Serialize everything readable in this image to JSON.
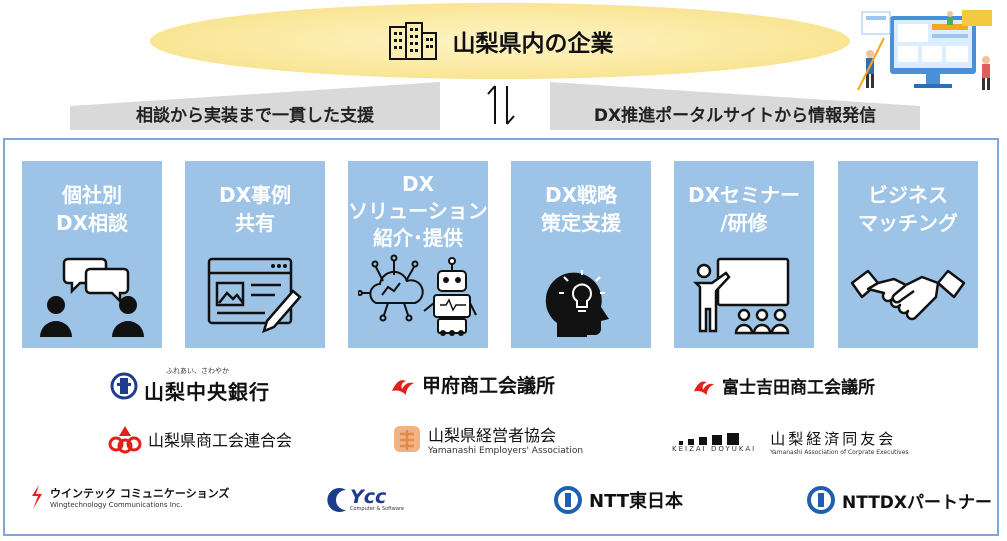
{
  "header": {
    "title": "山梨県内の企業",
    "left_banner": "相談から実装まで一貫した支援",
    "right_banner": "DX推進ポータルサイトから情報発信"
  },
  "services": [
    {
      "label": "個社別\nDX相談",
      "icon": "consultation-people-icon"
    },
    {
      "label": "DX事例\n共有",
      "icon": "browser-pen-icon"
    },
    {
      "label": "DX\nソリューション\n紹介･提供",
      "icon": "cloud-robot-icon"
    },
    {
      "label": "DX戦略\n策定支援",
      "icon": "head-lightbulb-icon"
    },
    {
      "label": "DXセミナー\n/研修",
      "icon": "presentation-icon"
    },
    {
      "label": "ビジネス\nマッチング",
      "icon": "handshake-icon"
    }
  ],
  "organizations": {
    "bank": {
      "tagline": "ふれあい、さわやか",
      "name": "山梨中央銀行"
    },
    "kofu": {
      "name": "甲府商工会議所"
    },
    "fuji": {
      "name": "富士吉田商工会議所"
    },
    "rengo": {
      "name": "山梨県商工会連合会"
    },
    "employers": {
      "name": "山梨県経営者協会",
      "sub": "Yamanashi Employers' Association"
    },
    "keizai": {
      "mark": "KEIZAI DOYUKAI",
      "name": "山梨経済同友会",
      "sub": "Yamanashi Association of Corprate Executives"
    },
    "wing": {
      "name": "ウインテック コミュニケーションズ",
      "sub": "Wingtechnology Communications Inc."
    },
    "ycc": {
      "name": "Ycc",
      "sub": "Computer & Software"
    },
    "ntt_east": {
      "name": "NTT東日本"
    },
    "ntt_dx": {
      "name": "NTTDXパートナー"
    }
  },
  "colors": {
    "card": "#9dc3e6",
    "border": "#7ea6d6",
    "banner": "#d9d9d9",
    "ellipse": "#fbe9a0",
    "red_logo": "#e0231a",
    "ntt_blue": "#1d5fb0"
  }
}
